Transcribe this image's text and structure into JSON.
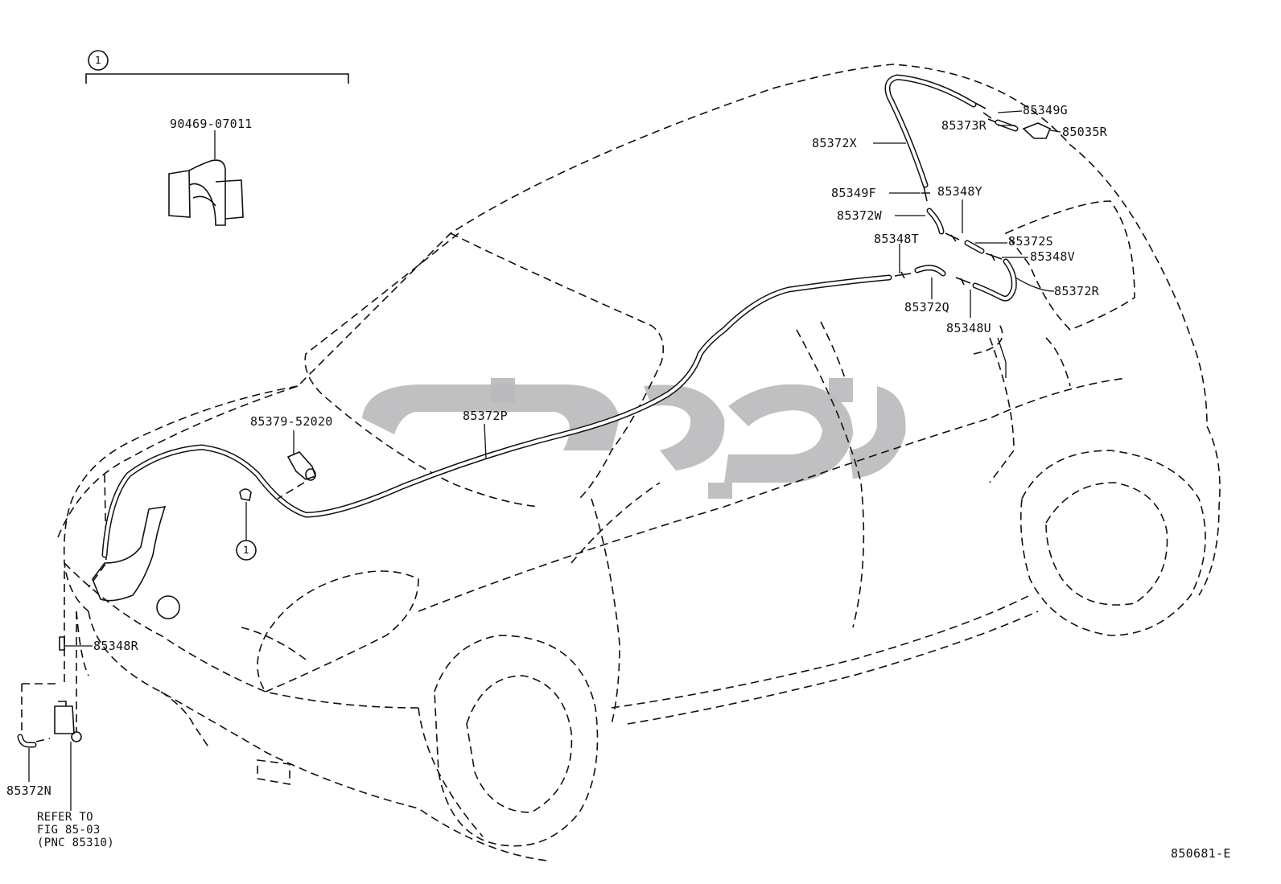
{
  "figure_code": "850681-E",
  "callout_number": "1",
  "parts": {
    "clip": "90469-07011",
    "nozzle": "85379-52020",
    "hose_main": "85372P",
    "hose_x": "85372X",
    "joint_349g": "85349G",
    "hose_373r": "85373R",
    "jet_035r": "85035R",
    "joint_349f": "85349F",
    "joint_348y": "85348Y",
    "hose_372w": "85372W",
    "joint_348t": "85348T",
    "hose_372s": "85372S",
    "joint_348v": "85348V",
    "hose_372r": "85372R",
    "hose_372q": "85372Q",
    "joint_348u": "85348U",
    "joint_348r": "85348R",
    "hose_372n": "85372N"
  },
  "reference": {
    "line1": "REFER TO",
    "line2": "FIG 85-03",
    "line3": "(PNC 85310)"
  },
  "colors": {
    "line": "#111111",
    "watermark": "#b9b9bb"
  }
}
